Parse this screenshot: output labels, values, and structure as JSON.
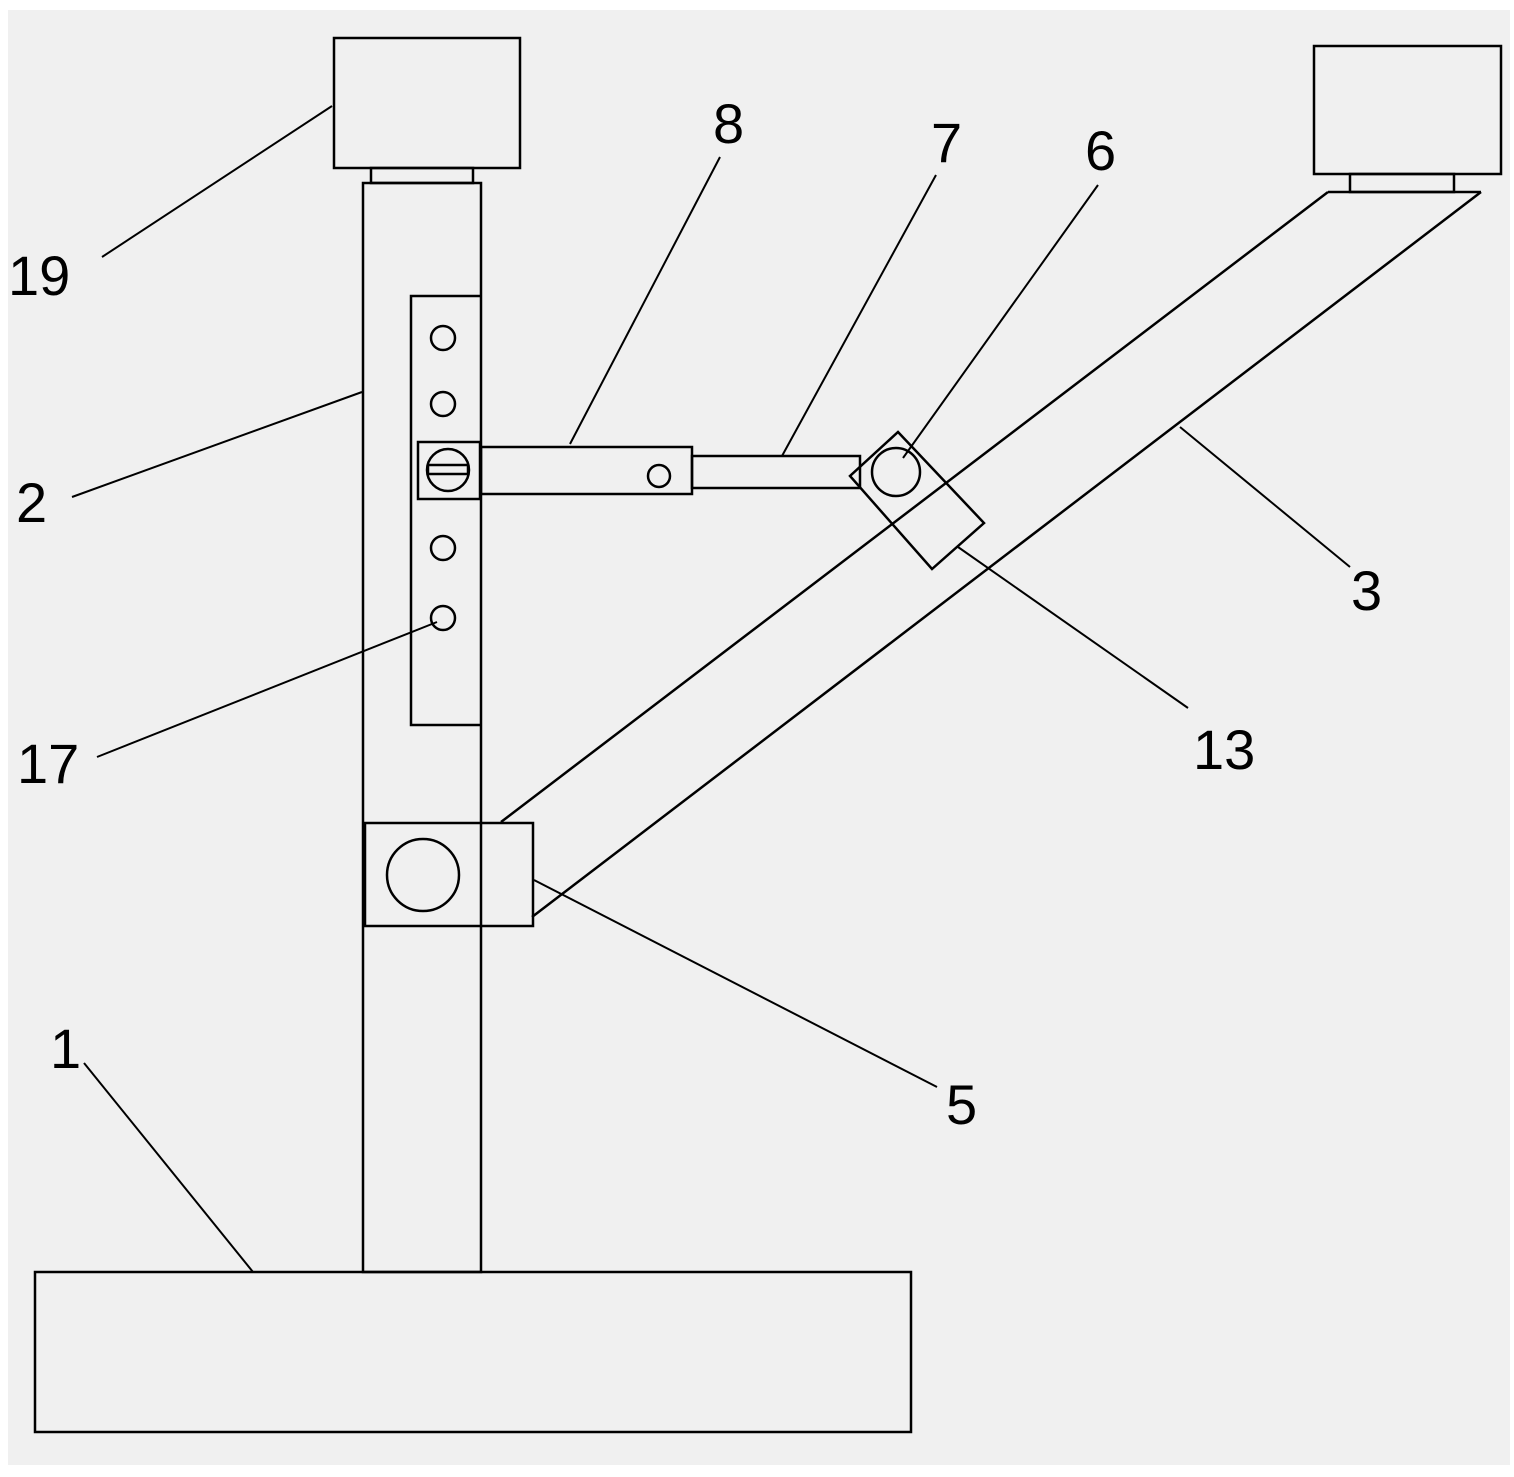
{
  "colors": {
    "background": "#f0f0f0",
    "line": "#000000"
  },
  "labels": {
    "l1": "1",
    "l2": "2",
    "l3": "3",
    "l5": "5",
    "l6": "6",
    "l7": "7",
    "l8": "8",
    "l13": "13",
    "l17": "17",
    "l19": "19"
  }
}
